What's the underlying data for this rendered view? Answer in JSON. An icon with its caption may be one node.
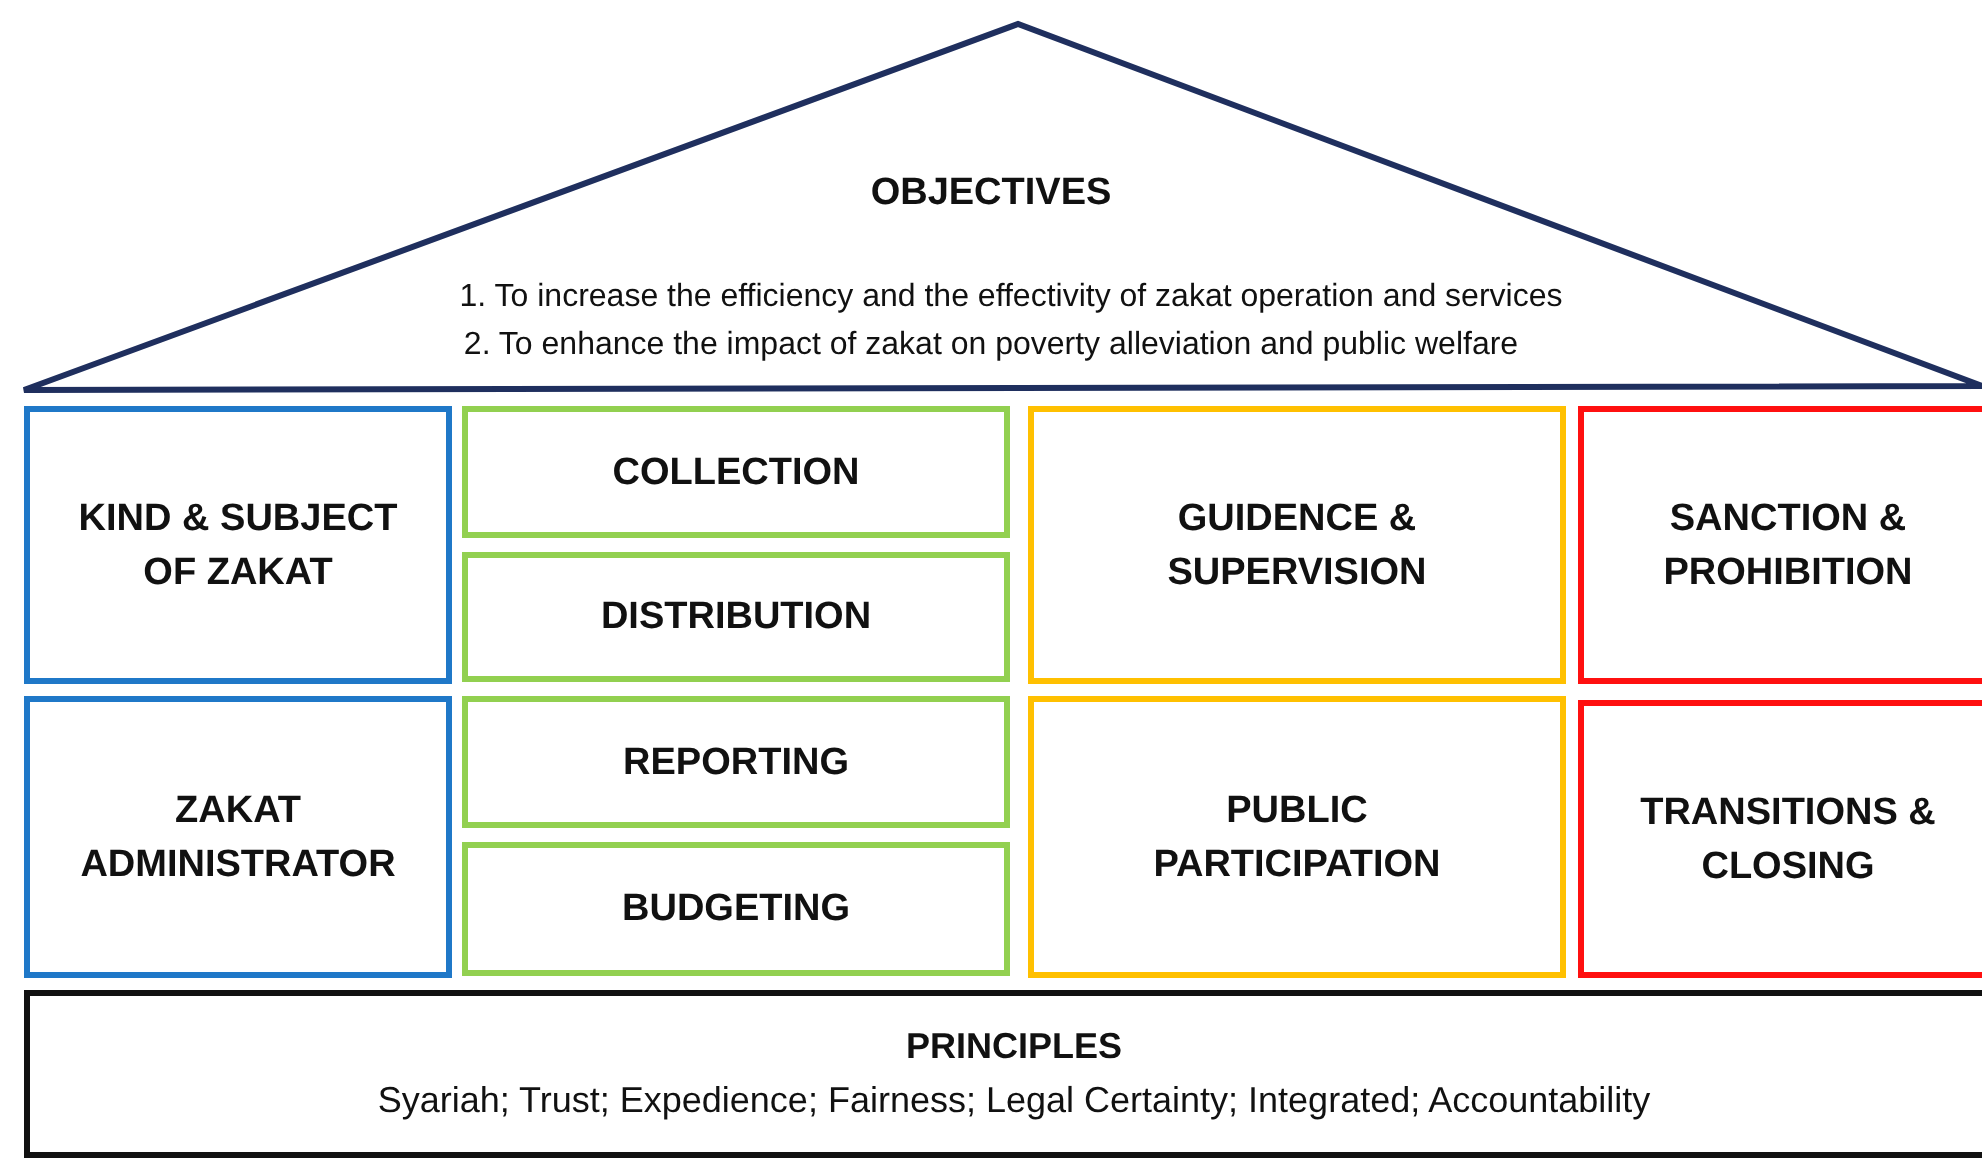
{
  "diagram": {
    "nodes": [
      {
        "text": [
          "OBJECTIVES",
          "1. To increase the efficiency and the effectivity of zakat operation and services",
          "2. To enhance the impact of zakat on poverty alleviation and public welfare"
        ]
      },
      {
        "text": [
          "KIND & SUBJECT OF ZAKAT"
        ]
      },
      {
        "text": [
          "COLLECTION"
        ]
      },
      {
        "text": [
          "DISTRIBUTION"
        ]
      },
      {
        "text": [
          "GUIDENCE & SUPERVISION"
        ]
      },
      {
        "text": [
          "SANCTION & PROHIBITION"
        ]
      },
      {
        "text": [
          "ZAKAT ADMINISTRATOR"
        ]
      },
      {
        "text": [
          "REPORTING"
        ]
      },
      {
        "text": [
          "BUDGETING"
        ]
      },
      {
        "text": [
          "PUBLIC PARTICIPATION"
        ]
      },
      {
        "text": [
          "TRANSITIONS & CLOSING"
        ]
      },
      {
        "text": [
          "PRINCIPLES",
          "Syariah; Trust; Expedience; Fairness; Legal Certainty; Integrated; Accountability"
        ]
      }
    ],
    "edges": []
  }
}
